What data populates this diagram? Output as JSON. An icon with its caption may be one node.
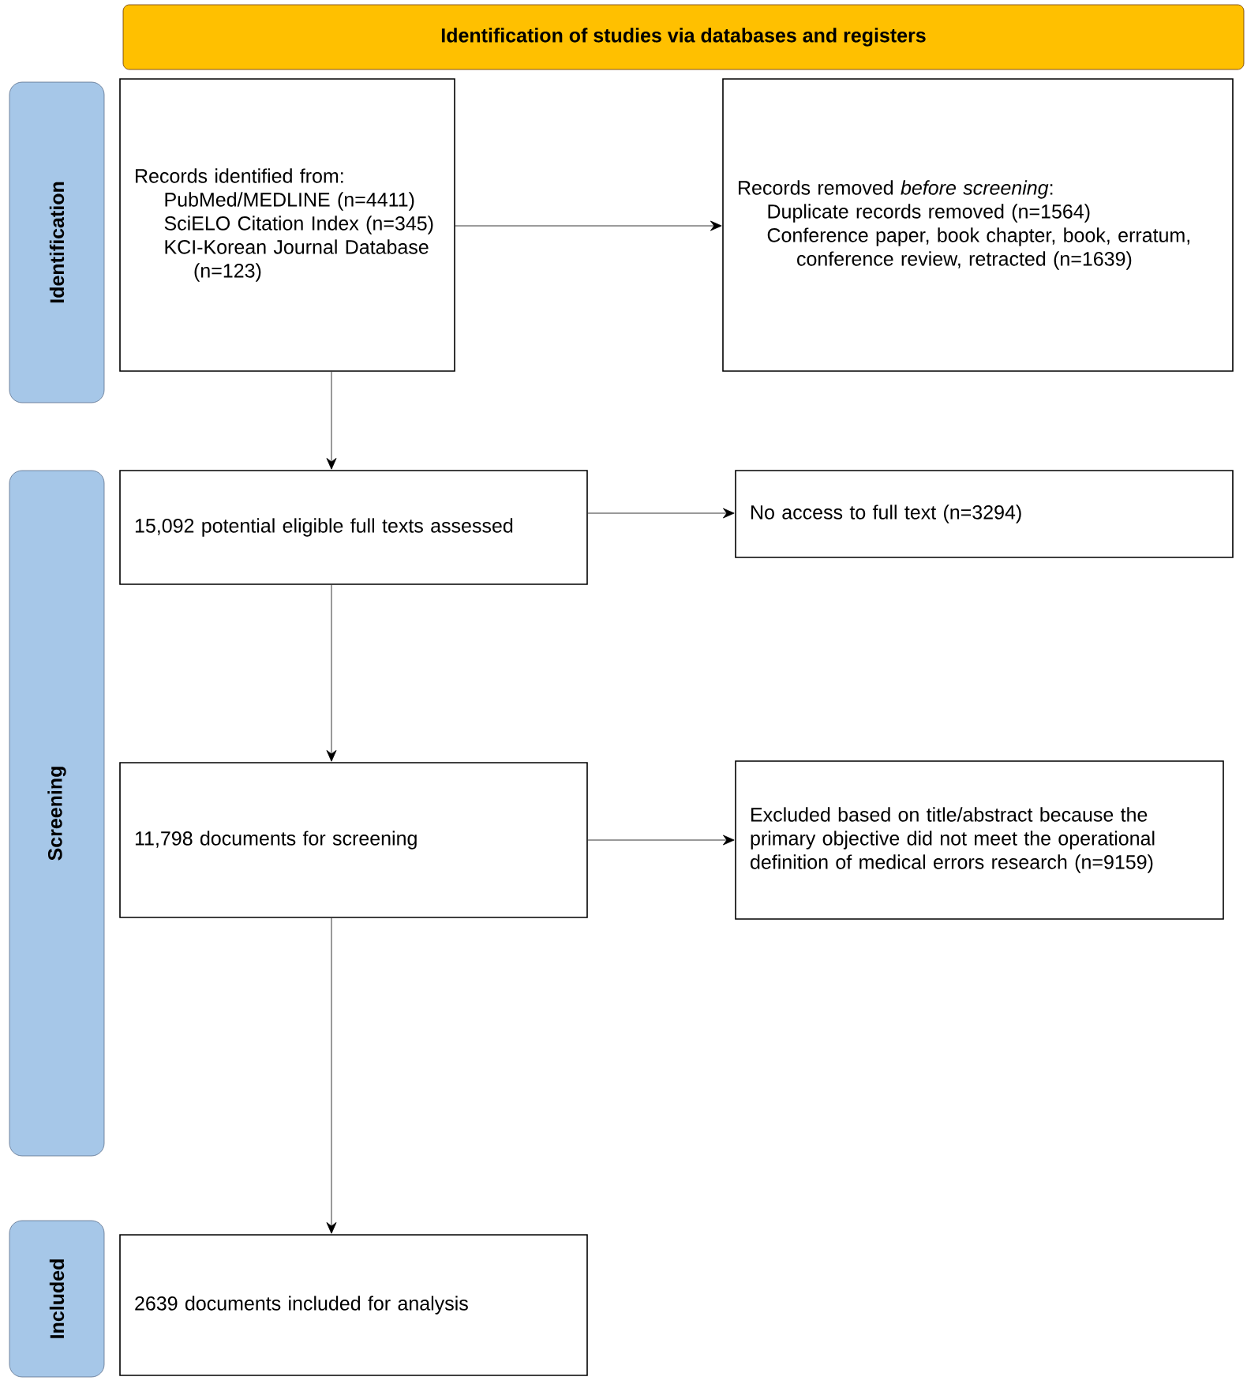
{
  "diagram": {
    "nodes": [
      {
        "text": [
          "Identification of studies via databases and registers"
        ]
      },
      {
        "text": [
          "Identification"
        ]
      },
      {
        "text": [
          "Screening"
        ]
      },
      {
        "text": [
          "Included"
        ]
      },
      {
        "text": [
          "Records identified from:",
          "PubMed/MEDLINE (n=4411)",
          "SciELO Citation Index (n=345)",
          "KCI-Korean Journal Database (n=123)"
        ]
      },
      {
        "text": [
          "Records removed *before screening*:",
          "Duplicate records removed (n=1564)",
          "Conference paper, book chapter, book, erratum, conference review, retracted (n=1639)"
        ]
      },
      {
        "text": [
          "15,092 potential eligible full texts assessed"
        ]
      },
      {
        "text": [
          "No access to full text (n=3294)"
        ]
      },
      {
        "text": [
          "11,798 documents for screening"
        ]
      },
      {
        "text": [
          "Excluded based on title/abstract because the primary objective did not meet the operational definition of medical errors research (n=9159)"
        ]
      },
      {
        "text": [
          "2639 documents included for analysis"
        ]
      }
    ],
    "edges": [
      {
        "from": 4,
        "to": 5,
        "arrow": "to"
      },
      {
        "from": 4,
        "to": 6,
        "arrow": "to"
      },
      {
        "from": 6,
        "to": 7,
        "arrow": "to"
      },
      {
        "from": 6,
        "to": 8,
        "arrow": "to"
      },
      {
        "from": 8,
        "to": 9,
        "arrow": "to"
      },
      {
        "from": 8,
        "to": 10,
        "arrow": "to"
      }
    ]
  }
}
